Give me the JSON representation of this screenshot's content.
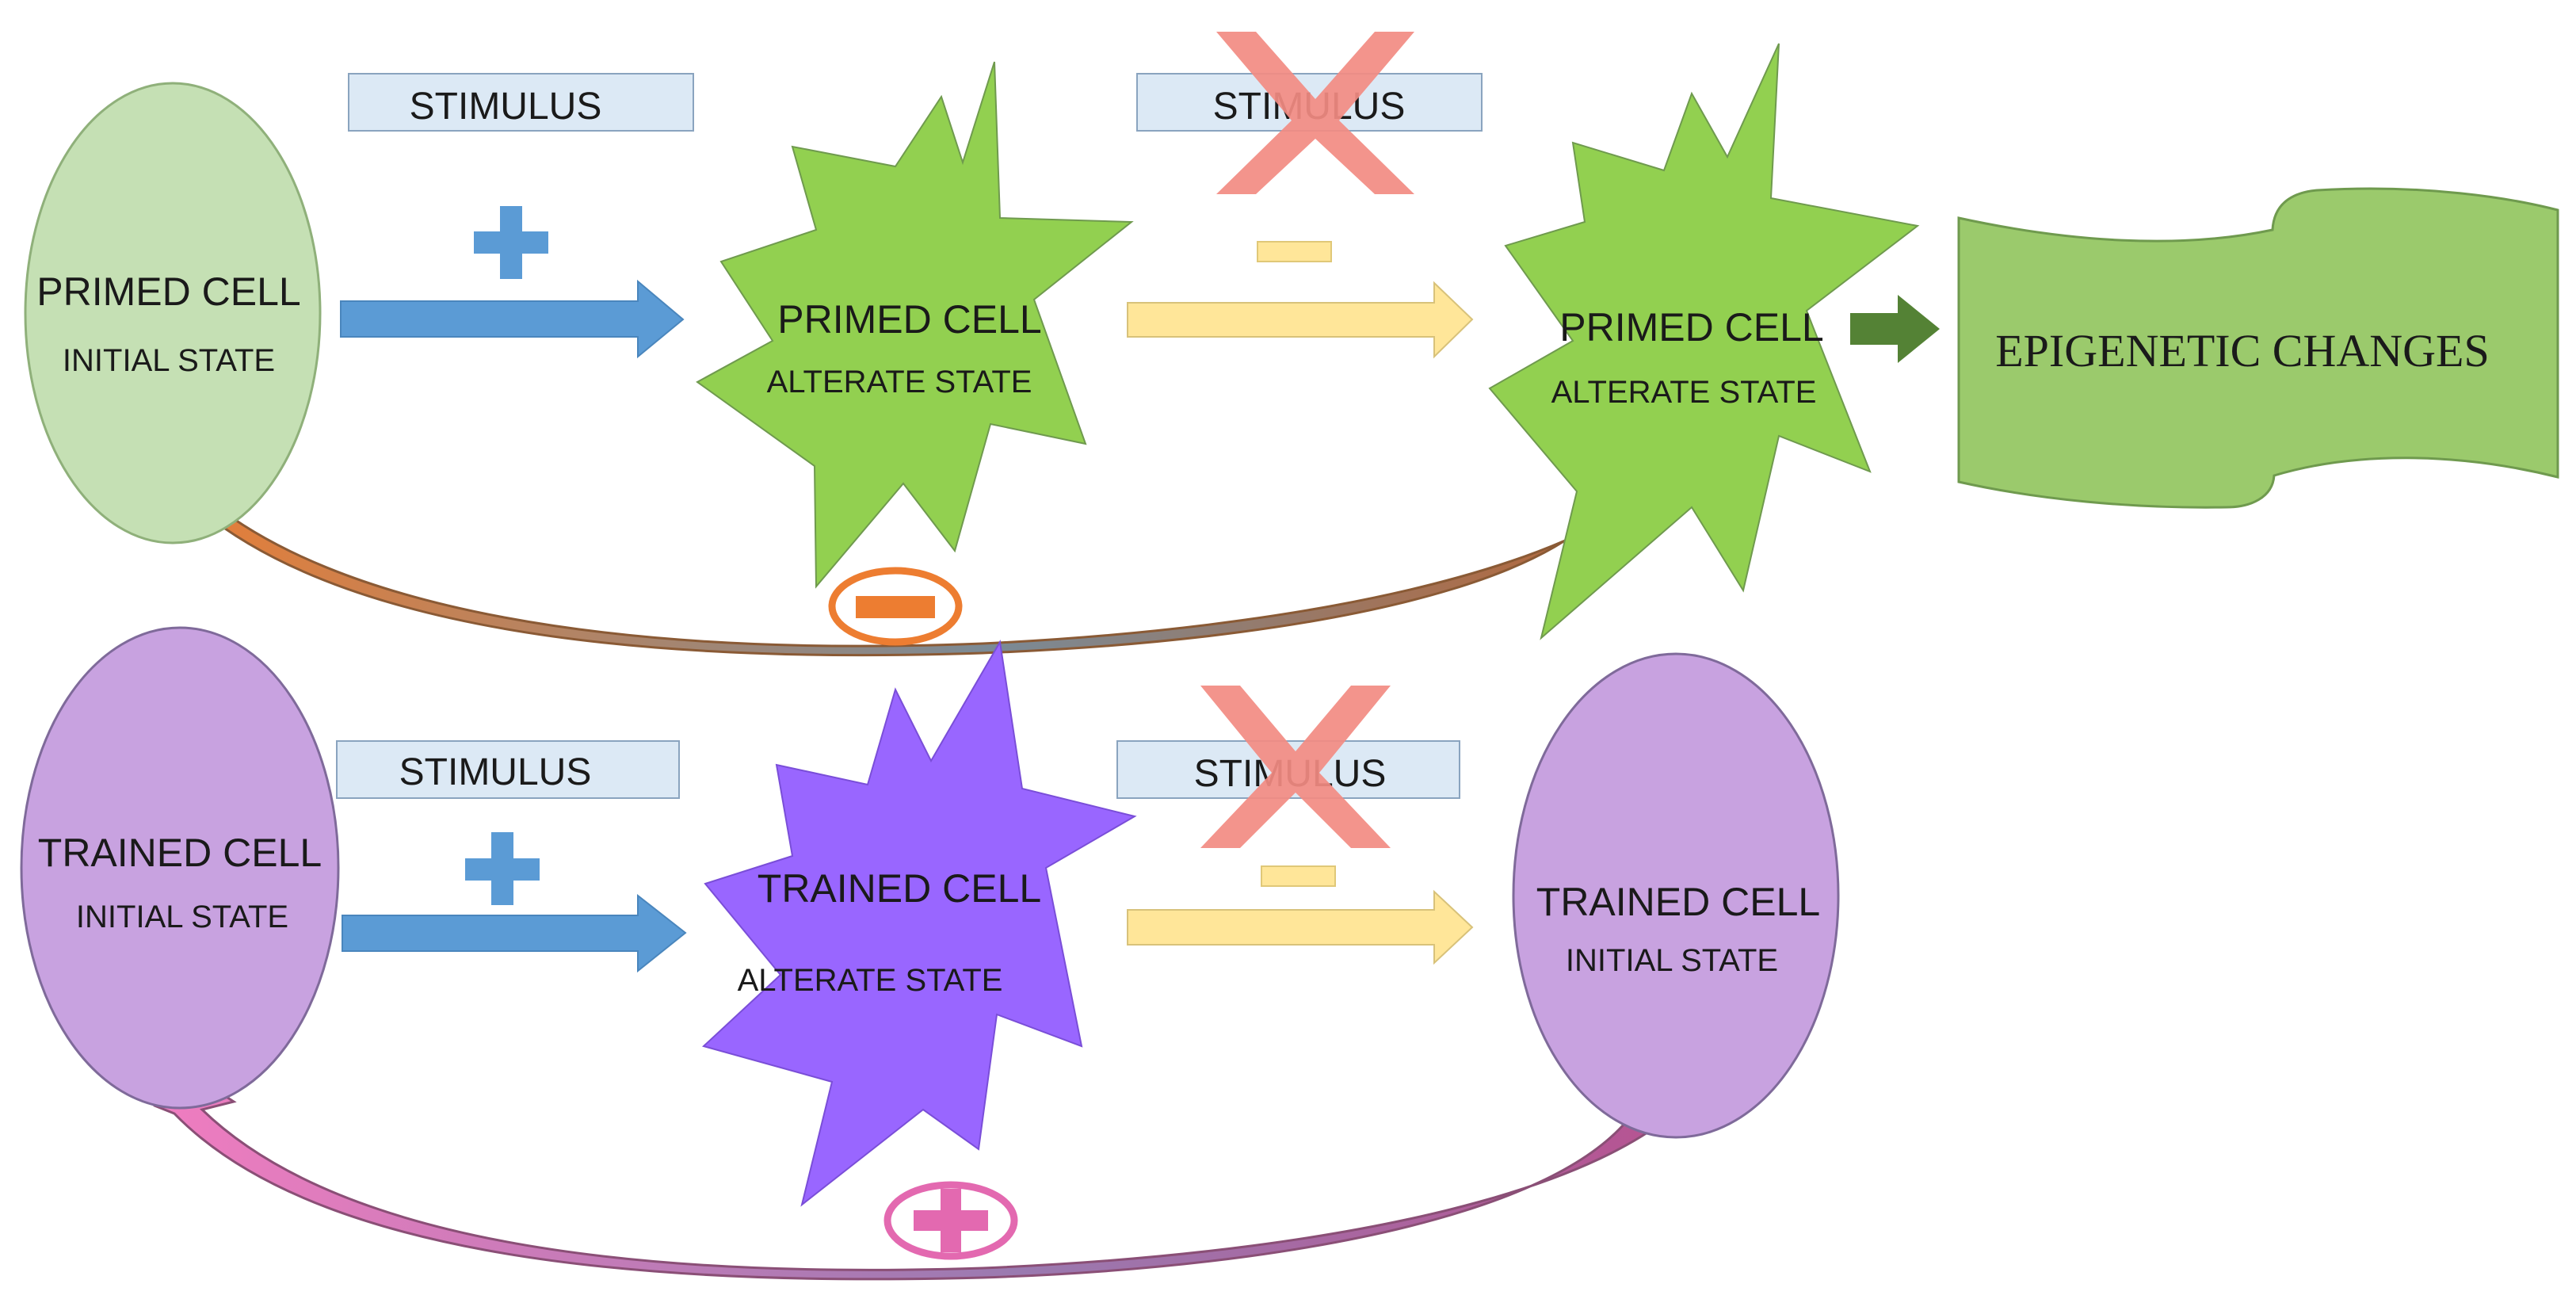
{
  "top": {
    "stimulus_1": "STIMULUS",
    "stimulus_2": "STIMULUS",
    "cell_initial_title": "PRIMED CELL",
    "cell_initial_sub": "INITIAL STATE",
    "cell_alt1_title": "PRIMED CELL",
    "cell_alt1_sub": "ALTERATE STATE",
    "cell_alt2_title": "PRIMED CELL",
    "cell_alt2_sub": "ALTERATE STATE",
    "epigenetic_label": "EPIGENETIC CHANGES"
  },
  "bottom": {
    "stimulus_1": "STIMULUS",
    "stimulus_2": "STIMULUS",
    "cell_initial_title": "TRAINED CELL",
    "cell_initial_sub": "INITIAL STATE",
    "cell_alt_title": "TRAINED CELL",
    "cell_alt_sub": "ALTERATE STATE",
    "cell_final_title": "TRAINED CELL",
    "cell_final_sub": "INITIAL STATE"
  },
  "colors": {
    "primed_ellipse_fill": "#c5e0b4",
    "primed_ellipse_stroke": "#8fb07a",
    "primed_star_fill": "#92d050",
    "trained_ellipse_fill": "#c8a2e0",
    "trained_ellipse_stroke": "#7f6a9a",
    "trained_star_fill": "#9966ff",
    "stimulus_box_fill": "#dce9f5",
    "blue_arrow": "#5b9bd5",
    "yellow_arrow": "#ffe699",
    "yellow_arrow_stroke": "#d8c27a",
    "red_x": "#f28b82",
    "orange_curve": "#ed7d31",
    "pink_curve": "#e369b0",
    "green_arrow": "#548235",
    "banner_fill": "#9bca6c"
  },
  "icons": {
    "plus": "plus-icon",
    "minus": "minus-icon",
    "cross": "cross-icon",
    "circled_minus": "circled-minus-icon",
    "circled_plus": "circled-plus-icon"
  }
}
